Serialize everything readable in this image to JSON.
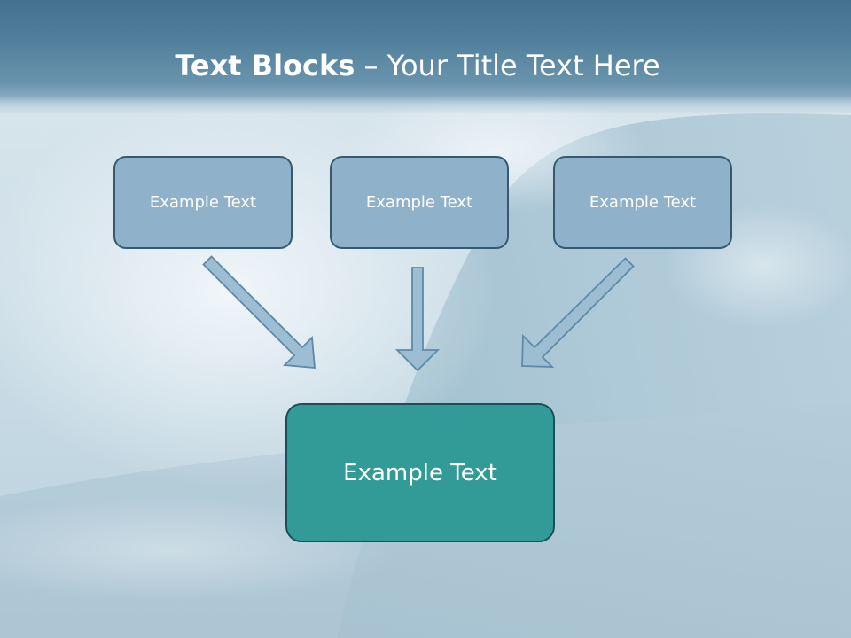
{
  "slide": {
    "title_bold": "Text Blocks",
    "title_separator": " – ",
    "title_rest": "Your Title Text Here"
  },
  "blocks": [
    {
      "label": "Example Text"
    },
    {
      "label": "Example Text"
    },
    {
      "label": "Example Text"
    }
  ],
  "main_block": {
    "label": "Example Text"
  },
  "colors": {
    "title_band": "#517f9b",
    "block_fill": "#8fb2ca",
    "block_border": "#355a70",
    "main_fill": "#329a97",
    "main_border": "#1d4e57",
    "arrow_fill": "#9dbdd2",
    "arrow_stroke": "#5e8aa7"
  }
}
